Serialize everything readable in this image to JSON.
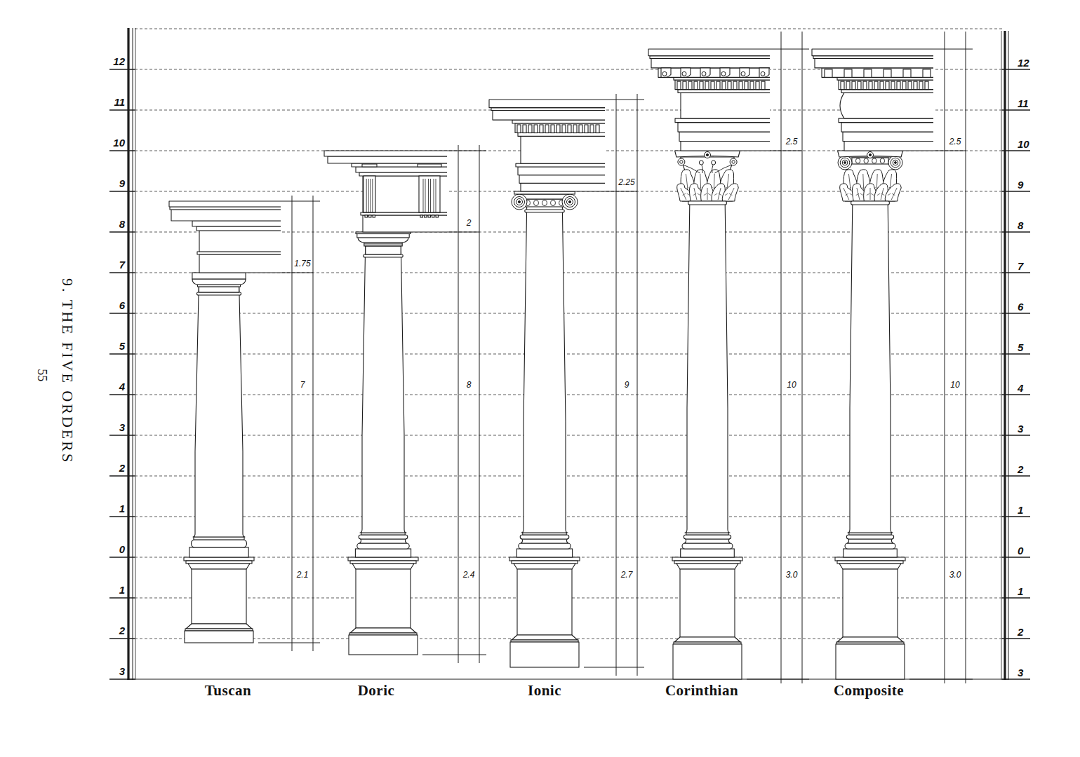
{
  "diagram": {
    "title": "9. THE FIVE ORDERS",
    "labels": [
      "12",
      "11",
      "10",
      "9",
      "8",
      "7",
      "6",
      "5",
      "4",
      "3",
      "2",
      "1",
      "0",
      "1",
      "2",
      "3",
      "12",
      "11",
      "10",
      "9",
      "8",
      "7",
      "6",
      "5",
      "4",
      "3",
      "2",
      "1",
      "0",
      "1",
      "2",
      "3",
      "1.75",
      "7",
      "2.1",
      "2",
      "8",
      "2.4",
      "2.25",
      "9",
      "2.7",
      "2.5",
      "10",
      "3.0",
      "2.5",
      "10",
      "3.0",
      "Tuscan",
      "Doric",
      "Ionic",
      "Corinthian",
      "Composite",
      "55"
    ]
  }
}
